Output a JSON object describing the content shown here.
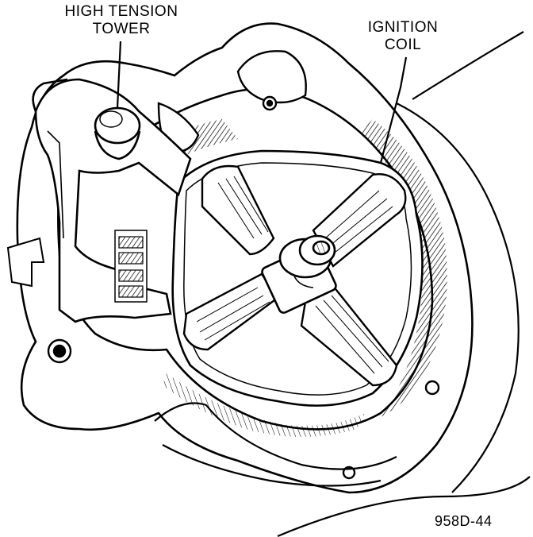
{
  "labels": {
    "high_tension_tower": [
      "HIGH TENSION",
      "TOWER"
    ],
    "ignition_coil": [
      "IGNITION",
      "COIL"
    ]
  },
  "figure_id": "958D-44"
}
